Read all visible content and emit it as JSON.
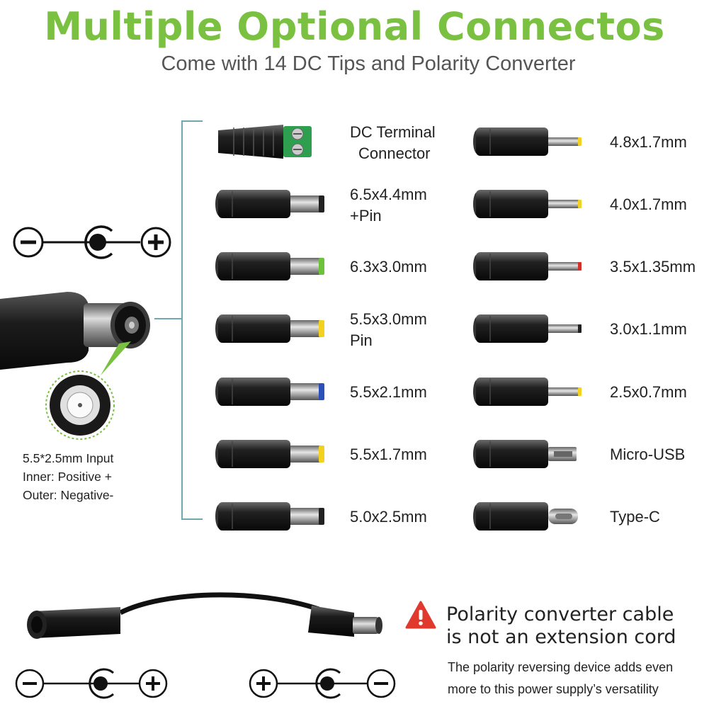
{
  "header": {
    "title": "Multiple Optional Connectos",
    "subtitle": "Come with 14 DC Tips and Polarity Converter"
  },
  "left_tips": [
    {
      "label": "DC Terminal\nConnector",
      "tip_color": "#2e9e4f",
      "kind": "terminal"
    },
    {
      "label": "6.5x4.4mm\n+Pin",
      "tip_color": "#222222",
      "kind": "barrel"
    },
    {
      "label": "6.3x3.0mm",
      "tip_color": "#6cc23a",
      "kind": "barrel"
    },
    {
      "label": "5.5x3.0mm\nPin",
      "tip_color": "#f2d21f",
      "kind": "barrel"
    },
    {
      "label": "5.5x2.1mm",
      "tip_color": "#2d4fb8",
      "kind": "barrel"
    },
    {
      "label": "5.5x1.7mm",
      "tip_color": "#f2d21f",
      "kind": "barrel"
    },
    {
      "label": "5.0x2.5mm",
      "tip_color": "#222222",
      "kind": "barrel"
    }
  ],
  "right_tips": [
    {
      "label": "4.8x1.7mm",
      "tip_color": "#f2d21f",
      "kind": "slim"
    },
    {
      "label": "4.0x1.7mm",
      "tip_color": "#f2d21f",
      "kind": "slim"
    },
    {
      "label": "3.5x1.35mm",
      "tip_color": "#d0312d",
      "kind": "slim"
    },
    {
      "label": "3.0x1.1mm",
      "tip_color": "#222222",
      "kind": "slim"
    },
    {
      "label": "2.5x0.7mm",
      "tip_color": "#f2d21f",
      "kind": "slim"
    },
    {
      "label": "Micro-USB",
      "tip_color": "#888888",
      "kind": "usb"
    },
    {
      "label": "Type-C",
      "tip_color": "#888888",
      "kind": "typec"
    }
  ],
  "input_note": {
    "line1": "5.5*2.5mm Input",
    "line2": "Inner: Positive +",
    "line3": "Outer: Negative-"
  },
  "warning": {
    "title_line1": "Polarity converter cable",
    "title_line2": "is not an extension cord",
    "desc_line1": "The polarity reversing device adds even",
    "desc_line2": "more to this power supply’s versatility"
  },
  "colors": {
    "brand_green": "#7ac142",
    "bracket": "#6fa8b0",
    "warning_red": "#e03a2f"
  }
}
